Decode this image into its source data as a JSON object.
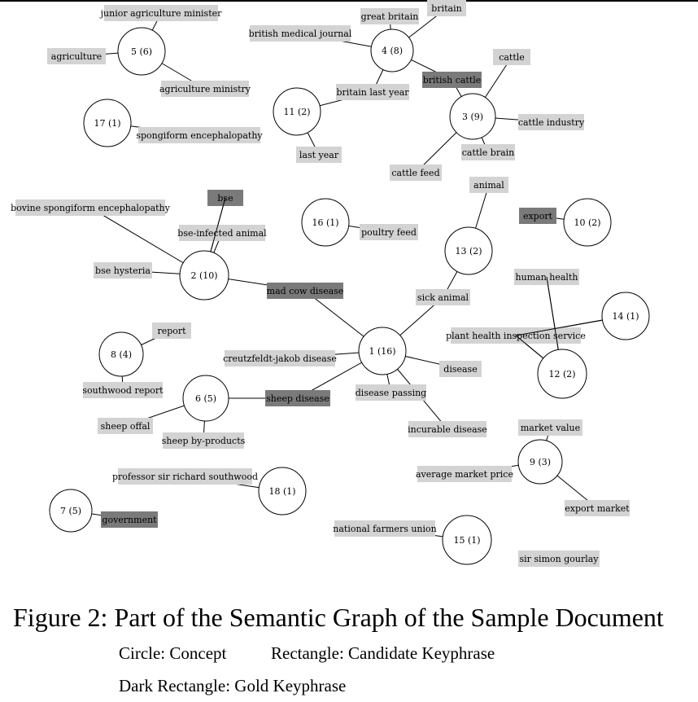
{
  "colors": {
    "candidate_fill": "#d3d3d3",
    "gold_fill": "#7a7a7a",
    "circle_stroke": "#000000",
    "circle_fill": "#ffffff",
    "edge": "#000000"
  },
  "concepts": [
    {
      "id": "c5",
      "label": "5 (6)"
    },
    {
      "id": "c4",
      "label": "4 (8)"
    },
    {
      "id": "c17",
      "label": "17 (1)"
    },
    {
      "id": "c11",
      "label": "11 (2)"
    },
    {
      "id": "c3",
      "label": "3 (9)"
    },
    {
      "id": "c16",
      "label": "16 (1)"
    },
    {
      "id": "c10",
      "label": "10 (2)"
    },
    {
      "id": "c13",
      "label": "13 (2)"
    },
    {
      "id": "c2",
      "label": "2 (10)"
    },
    {
      "id": "c14",
      "label": "14 (1)"
    },
    {
      "id": "c8",
      "label": "8 (4)"
    },
    {
      "id": "c1",
      "label": "1 (16)"
    },
    {
      "id": "c12",
      "label": "12 (2)"
    },
    {
      "id": "c6",
      "label": "6 (5)"
    },
    {
      "id": "c9",
      "label": "9 (3)"
    },
    {
      "id": "c18",
      "label": "18 (1)"
    },
    {
      "id": "c7",
      "label": "7 (5)"
    },
    {
      "id": "c15",
      "label": "15 (1)"
    }
  ],
  "phrases": [
    {
      "id": "p_junior",
      "label": "junior agriculture minister",
      "gold": false
    },
    {
      "id": "p_agriculture",
      "label": "agriculture",
      "gold": false
    },
    {
      "id": "p_agri_ministry",
      "label": "agriculture ministry",
      "gold": false
    },
    {
      "id": "p_great_britain",
      "label": "great britain",
      "gold": false
    },
    {
      "id": "p_britain",
      "label": "britain",
      "gold": false
    },
    {
      "id": "p_bmj",
      "label": "british medical journal",
      "gold": false
    },
    {
      "id": "p_britain_last_year",
      "label": "britain last year",
      "gold": false
    },
    {
      "id": "p_british_cattle",
      "label": "british cattle",
      "gold": true
    },
    {
      "id": "p_cattle",
      "label": "cattle",
      "gold": false
    },
    {
      "id": "p_cattle_industry",
      "label": "cattle industry",
      "gold": false
    },
    {
      "id": "p_cattle_brain",
      "label": "cattle brain",
      "gold": false
    },
    {
      "id": "p_cattle_feed",
      "label": "cattle feed",
      "gold": false
    },
    {
      "id": "p_last_year",
      "label": "last year",
      "gold": false
    },
    {
      "id": "p_spongiform",
      "label": "spongiform encephalopathy",
      "gold": false
    },
    {
      "id": "p_bse",
      "label": "bse",
      "gold": true
    },
    {
      "id": "p_bovine",
      "label": "bovine spongiform encephalopathy",
      "gold": false
    },
    {
      "id": "p_bse_infected",
      "label": "bse-infected animal",
      "gold": false
    },
    {
      "id": "p_bse_hysteria",
      "label": "bse hysteria",
      "gold": false
    },
    {
      "id": "p_poultry",
      "label": "poultry feed",
      "gold": false
    },
    {
      "id": "p_animal",
      "label": "animal",
      "gold": false
    },
    {
      "id": "p_export",
      "label": "export",
      "gold": true
    },
    {
      "id": "p_human_health",
      "label": "human health",
      "gold": false
    },
    {
      "id": "p_mad_cow",
      "label": "mad cow disease",
      "gold": true
    },
    {
      "id": "p_sick_animal",
      "label": "sick animal",
      "gold": false
    },
    {
      "id": "p_plant_health",
      "label": "plant health inspection service",
      "gold": false
    },
    {
      "id": "p_report",
      "label": "report",
      "gold": false
    },
    {
      "id": "p_cjd",
      "label": "creutzfeldt-jakob disease",
      "gold": false
    },
    {
      "id": "p_disease",
      "label": "disease",
      "gold": false
    },
    {
      "id": "p_southwood_report",
      "label": "southwood report",
      "gold": false
    },
    {
      "id": "p_disease_passing",
      "label": "disease passing",
      "gold": false
    },
    {
      "id": "p_sheep_disease",
      "label": "sheep disease",
      "gold": true
    },
    {
      "id": "p_sheep_offal",
      "label": "sheep offal",
      "gold": false
    },
    {
      "id": "p_incurable",
      "label": "incurable disease",
      "gold": false
    },
    {
      "id": "p_market_value",
      "label": "market value",
      "gold": false
    },
    {
      "id": "p_sheep_byproducts",
      "label": "sheep by-products",
      "gold": false
    },
    {
      "id": "p_avg_market_price",
      "label": "average market price",
      "gold": false
    },
    {
      "id": "p_prof_southwood",
      "label": "professor sir richard southwood",
      "gold": false
    },
    {
      "id": "p_export_market",
      "label": "export market",
      "gold": false
    },
    {
      "id": "p_government",
      "label": "government",
      "gold": true
    },
    {
      "id": "p_nfu",
      "label": "national farmers union",
      "gold": false
    },
    {
      "id": "p_simon_gourlay",
      "label": "sir simon gourlay",
      "gold": false
    }
  ],
  "edges": [
    [
      "c5",
      "p_junior"
    ],
    [
      "c5",
      "p_agriculture"
    ],
    [
      "c5",
      "p_agri_ministry"
    ],
    [
      "c4",
      "p_great_britain"
    ],
    [
      "c4",
      "p_britain"
    ],
    [
      "c4",
      "p_bmj"
    ],
    [
      "c4",
      "p_britain_last_year"
    ],
    [
      "c4",
      "p_british_cattle"
    ],
    [
      "c3",
      "p_british_cattle"
    ],
    [
      "c3",
      "p_cattle"
    ],
    [
      "c3",
      "p_cattle_industry"
    ],
    [
      "c3",
      "p_cattle_brain"
    ],
    [
      "c3",
      "p_cattle_feed"
    ],
    [
      "c11",
      "p_britain_last_year"
    ],
    [
      "c11",
      "p_last_year"
    ],
    [
      "c17",
      "p_spongiform"
    ],
    [
      "c2",
      "p_bse"
    ],
    [
      "c2",
      "p_bse_infected"
    ],
    [
      "c2",
      "p_bovine"
    ],
    [
      "c2",
      "p_bse_hysteria"
    ],
    [
      "c2",
      "p_mad_cow"
    ],
    [
      "c16",
      "p_poultry"
    ],
    [
      "c13",
      "p_animal"
    ],
    [
      "c13",
      "p_sick_animal"
    ],
    [
      "c10",
      "p_export"
    ],
    [
      "c1",
      "p_mad_cow"
    ],
    [
      "c1",
      "p_sick_animal"
    ],
    [
      "c1",
      "p_cjd"
    ],
    [
      "c1",
      "p_disease"
    ],
    [
      "c1",
      "p_disease_passing"
    ],
    [
      "c1",
      "p_sheep_disease"
    ],
    [
      "c1",
      "p_incurable"
    ],
    [
      "c12",
      "p_human_health"
    ],
    [
      "c12",
      "p_plant_health"
    ],
    [
      "c14",
      "p_plant_health"
    ],
    [
      "c8",
      "p_report"
    ],
    [
      "c8",
      "p_southwood_report"
    ],
    [
      "c6",
      "p_sheep_disease"
    ],
    [
      "c6",
      "p_sheep_offal"
    ],
    [
      "c6",
      "p_sheep_byproducts"
    ],
    [
      "c9",
      "p_market_value"
    ],
    [
      "c9",
      "p_avg_market_price"
    ],
    [
      "c9",
      "p_export_market"
    ],
    [
      "c18",
      "p_prof_southwood"
    ],
    [
      "c7",
      "p_government"
    ],
    [
      "c15",
      "p_nfu"
    ]
  ],
  "caption": {
    "title": "Figure 2: Part of the Semantic Graph of the Sample Document",
    "legend_circle": "Circle: Concept",
    "legend_rect": "Rectangle: Candidate Keyphrase",
    "legend_dark": "Dark Rectangle: Gold Keyphrase"
  }
}
